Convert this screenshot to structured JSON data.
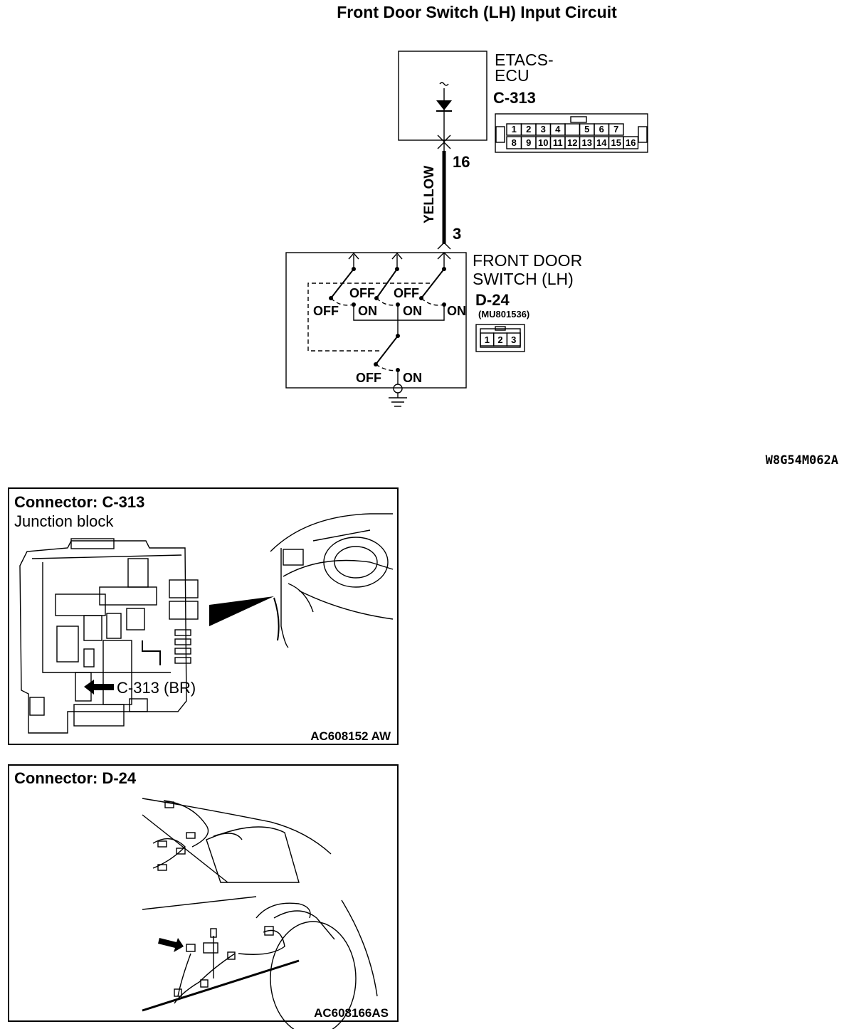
{
  "title": "Front Door Switch (LH) Input Circuit",
  "ecu": {
    "name_line1": "ETACS-",
    "name_line2": "ECU",
    "connector": "C-313",
    "connector_pins_top": [
      "1",
      "2",
      "3",
      "4",
      "",
      "5",
      "6",
      "7"
    ],
    "connector_pins_bottom": [
      "8",
      "9",
      "10",
      "11",
      "12",
      "13",
      "14",
      "15",
      "16"
    ]
  },
  "wire": {
    "color": "YELLOW",
    "ecu_pin": "16",
    "switch_pin": "3"
  },
  "switch": {
    "name_line1": "FRONT DOOR",
    "name_line2": "SWITCH (LH)",
    "connector": "D-24",
    "part_number": "(MU801536)",
    "connector_pins": [
      "1",
      "2",
      "3"
    ],
    "off": "OFF",
    "on": "ON"
  },
  "figure_code": "W8G54M062A",
  "panel1": {
    "heading": "Connector: C-313",
    "subheading": "Junction block",
    "callout": "C-313 (BR)",
    "code": "AC608152 AW"
  },
  "panel2": {
    "heading": "Connector: D-24",
    "code": "AC608166AS"
  }
}
